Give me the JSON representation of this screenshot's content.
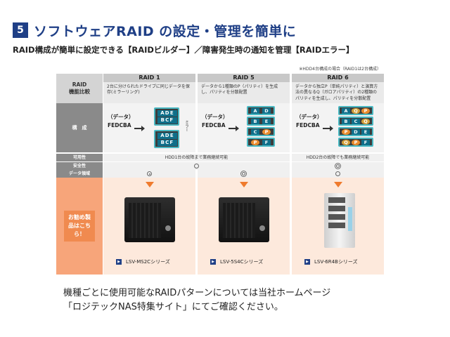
{
  "heading": {
    "number": "5",
    "title": "ソフトウェアRAID の設定・管理を簡単に"
  },
  "subheading": "RAID構成が簡単に設定できる【RAIDビルダー】／障害発生時の通知を管理【RAIDエラー】",
  "figure": {
    "note": "※HDD4台構成の場合（RAID1は2台構成）",
    "header_label": [
      "RAID",
      "機能比較"
    ],
    "columns": [
      {
        "name": "RAID 1",
        "desc": "2台に分けられたドライブに同じデータを保存(ミラーリング)"
      },
      {
        "name": "RAID 5",
        "desc": "データから1種類のP（パリティ）を生成し、パリティを分散配置"
      },
      {
        "name": "RAID 6",
        "desc": "データから独立P（単純パリティ）と演算方法の異なるQ（ガロアパリティ）の2種類のパリティを生成し、パリティを分散配置"
      }
    ],
    "config_label": "構　成",
    "data_label": "（データ）",
    "data_value": "FEDCBA",
    "side_label": "ミラー",
    "raid1_blocks": [
      "ADE",
      "BCF",
      "ADE",
      "BCF"
    ],
    "raid5_rows": [
      [
        "A",
        "D"
      ],
      [
        "B",
        "E"
      ],
      [
        "C",
        "P"
      ],
      [
        "P",
        "F"
      ]
    ],
    "raid6_rows": [
      [
        "A",
        "Q",
        "P"
      ],
      [
        "B",
        "C",
        "Q"
      ],
      [
        "P",
        "D",
        "E"
      ],
      [
        "Q",
        "P",
        "F"
      ]
    ],
    "rows": {
      "availability": {
        "label": "可用性",
        "raid1_5": "HDD1台の故障まで業務継続可能",
        "raid6": "HDD2台の故障でも業務継続可能"
      },
      "safety": {
        "label": "安全性"
      },
      "capacity": {
        "label": "データ領域"
      }
    },
    "recommend_label": "お勧め製品はこちら！",
    "models": [
      "LSV-MS2Cシリーズ",
      "LSV-5S4Cシリーズ",
      "LSV-6R4Bシリーズ"
    ]
  },
  "footer": {
    "line1": "機種ごとに使用可能なRAIDパターンについては当社ホームページ",
    "line2": "「ロジテックNAS特集サイト」にてご確認ください。"
  }
}
